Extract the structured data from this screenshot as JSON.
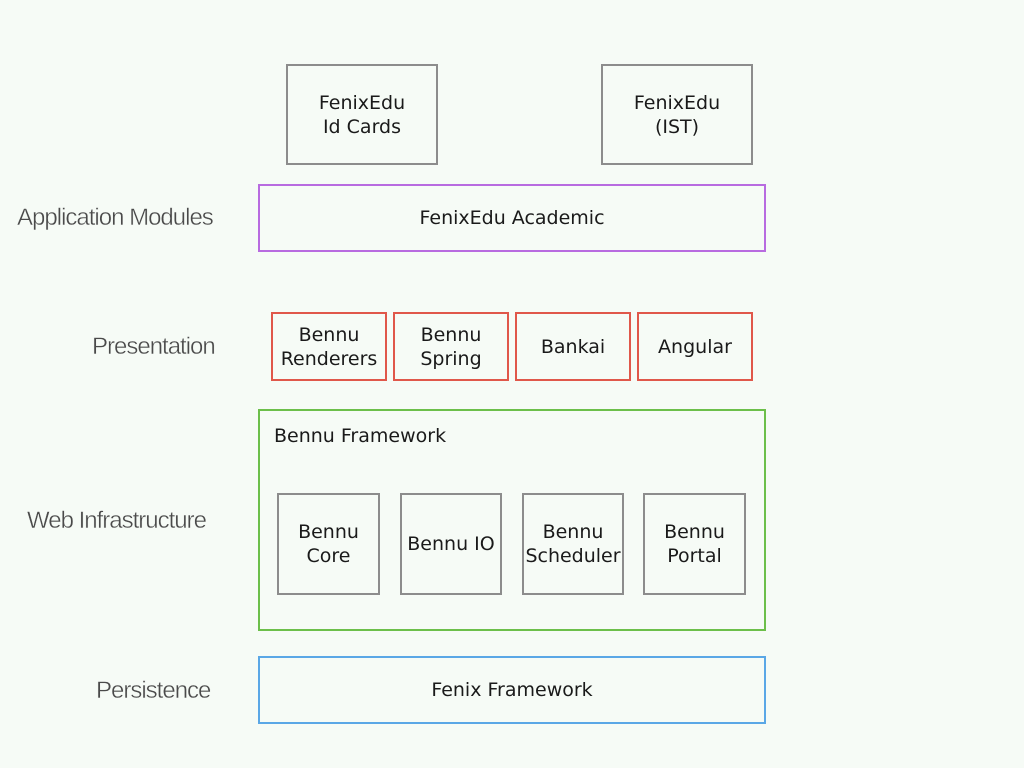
{
  "layers": {
    "application_modules": "Application Modules",
    "presentation": "Presentation",
    "web_infrastructure": "Web Infrastructure",
    "persistence": "Persistence"
  },
  "modules": {
    "id_cards": "FenixEdu\nId Cards",
    "ist": "FenixEdu\n(IST)",
    "academic": "FenixEdu Academic"
  },
  "presentation": {
    "renderers": "Bennu\nRenderers",
    "spring": "Bennu\nSpring",
    "bankai": "Bankai",
    "angular": "Angular"
  },
  "web_infrastructure": {
    "container_title": "Bennu Framework",
    "core": "Bennu\nCore",
    "io": "Bennu IO",
    "scheduler": "Bennu\nScheduler",
    "portal": "Bennu\nPortal"
  },
  "persistence": {
    "fenix_framework": "Fenix Framework"
  },
  "colors": {
    "module_border": "#8c8c8c",
    "application_border": "#b86be0",
    "presentation_border": "#e0574a",
    "web_infrastructure_border": "#6cbf4a",
    "persistence_border": "#5aa7e6"
  }
}
